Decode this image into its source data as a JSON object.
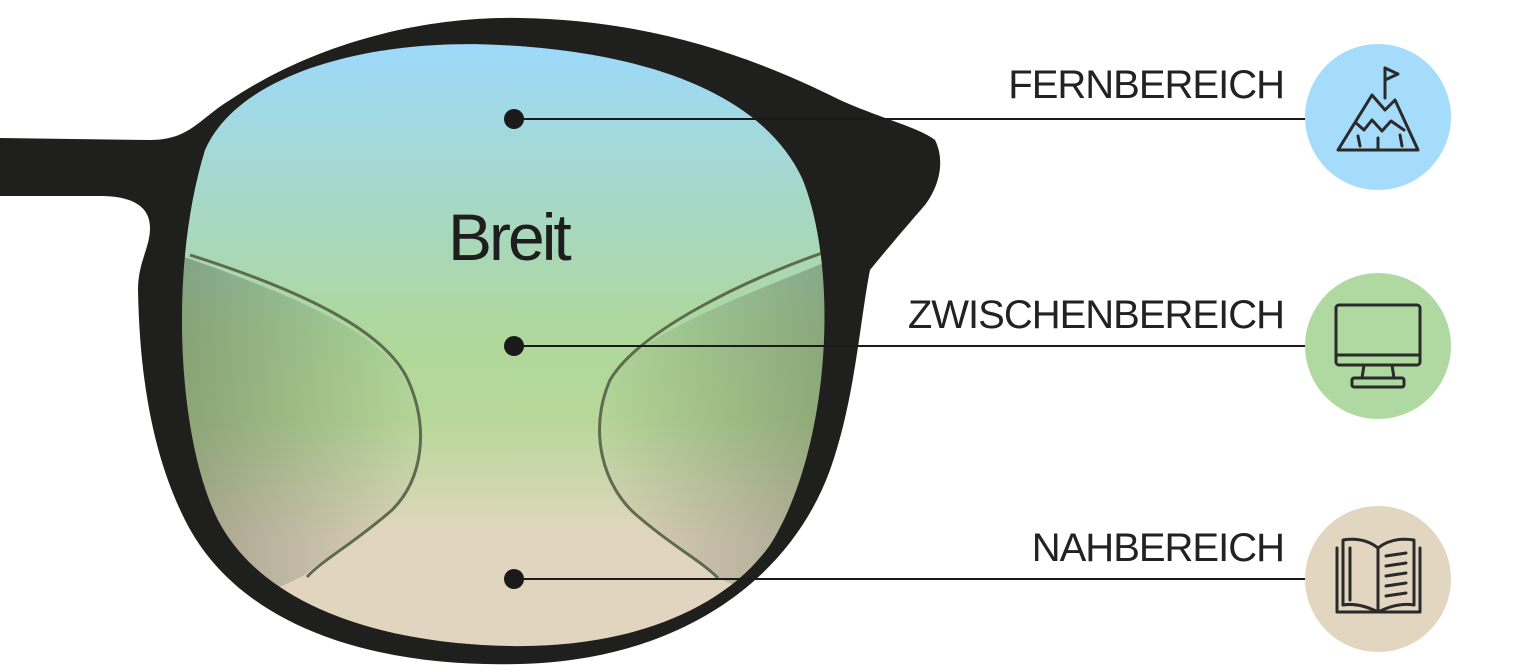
{
  "lens": {
    "label": "Breit"
  },
  "zones": [
    {
      "label": "FERNBEREICH",
      "icon": "mountain-flag-icon",
      "color": "#a5dcfb"
    },
    {
      "label": "ZWISCHENBEREICH",
      "icon": "monitor-icon",
      "color": "#afd9a0"
    },
    {
      "label": "NAHBEREICH",
      "icon": "open-book-icon",
      "color": "#e2d6c0"
    }
  ],
  "colors": {
    "frame": "#1f1f1d",
    "lens_top": "#9dd9fb",
    "lens_middle": "#aed89c",
    "lens_bottom": "#e2d5bf",
    "side_zone_shade": "#5f6b50",
    "leader_line": "#1a1a1a"
  }
}
